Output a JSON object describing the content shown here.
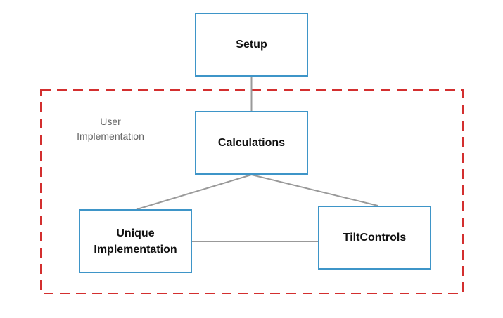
{
  "diagram": {
    "group": {
      "label": "User\nImplementation",
      "border_color": "#d32f2f"
    },
    "nodes": {
      "setup": {
        "label": "Setup"
      },
      "calculations": {
        "label": "Calculations"
      },
      "unique_implementation": {
        "label": "Unique\nImplementation"
      },
      "tilt_controls": {
        "label": "TiltControls"
      }
    },
    "edges": [
      {
        "from": "setup",
        "to": "calculations"
      },
      {
        "from": "calculations",
        "to": "unique_implementation"
      },
      {
        "from": "calculations",
        "to": "tilt_controls"
      },
      {
        "from": "unique_implementation",
        "to": "tilt_controls"
      }
    ],
    "colors": {
      "node_border": "#3e95c8",
      "edge": "#999999",
      "group_border": "#d32f2f",
      "group_label": "#666666"
    }
  }
}
